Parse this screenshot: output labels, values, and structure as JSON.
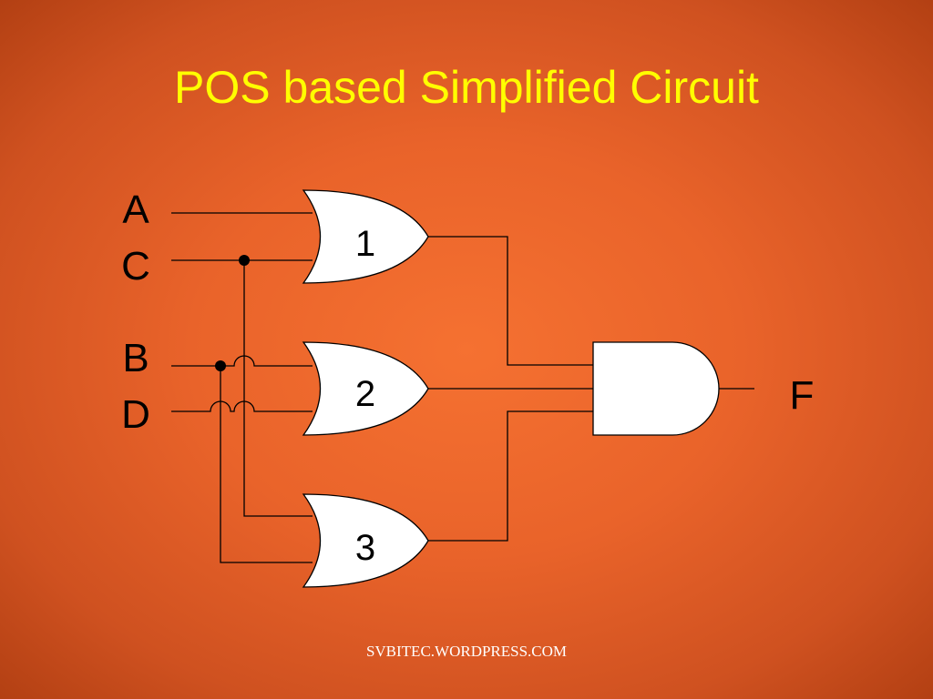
{
  "title": "POS based Simplified Circuit",
  "inputs": {
    "a": "A",
    "c": "C",
    "b": "B",
    "d": "D"
  },
  "output": "F",
  "gates": [
    {
      "label": "1",
      "type": "OR"
    },
    {
      "label": "2",
      "type": "OR"
    },
    {
      "label": "3",
      "type": "OR"
    },
    {
      "label": "",
      "type": "AND"
    }
  ],
  "footer": "SVBITEC.WORDPRESS.COM",
  "colors": {
    "background": "#e9632a",
    "title": "#ffff00",
    "gate_fill": "#ffffff",
    "footer_text": "#ffffff"
  }
}
